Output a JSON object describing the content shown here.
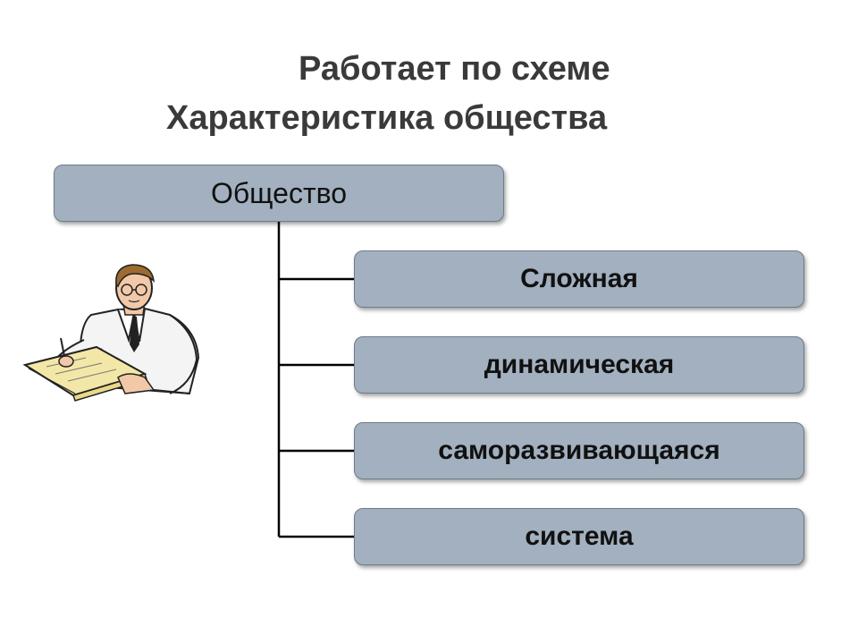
{
  "title": {
    "line1": "Работает по схеме",
    "line2": "Характеристика общества"
  },
  "root": {
    "label": "Общество"
  },
  "children": [
    {
      "label": "Сложная"
    },
    {
      "label": "динамическая"
    },
    {
      "label": "саморазвивающаяся"
    },
    {
      "label": "система"
    }
  ],
  "colors": {
    "box_fill": "#a2b0bf",
    "box_border": "#6e7b88",
    "title_text": "#3a3a3a",
    "connector": "#000000"
  },
  "illustration": {
    "icon": "scholar-writing-icon"
  }
}
